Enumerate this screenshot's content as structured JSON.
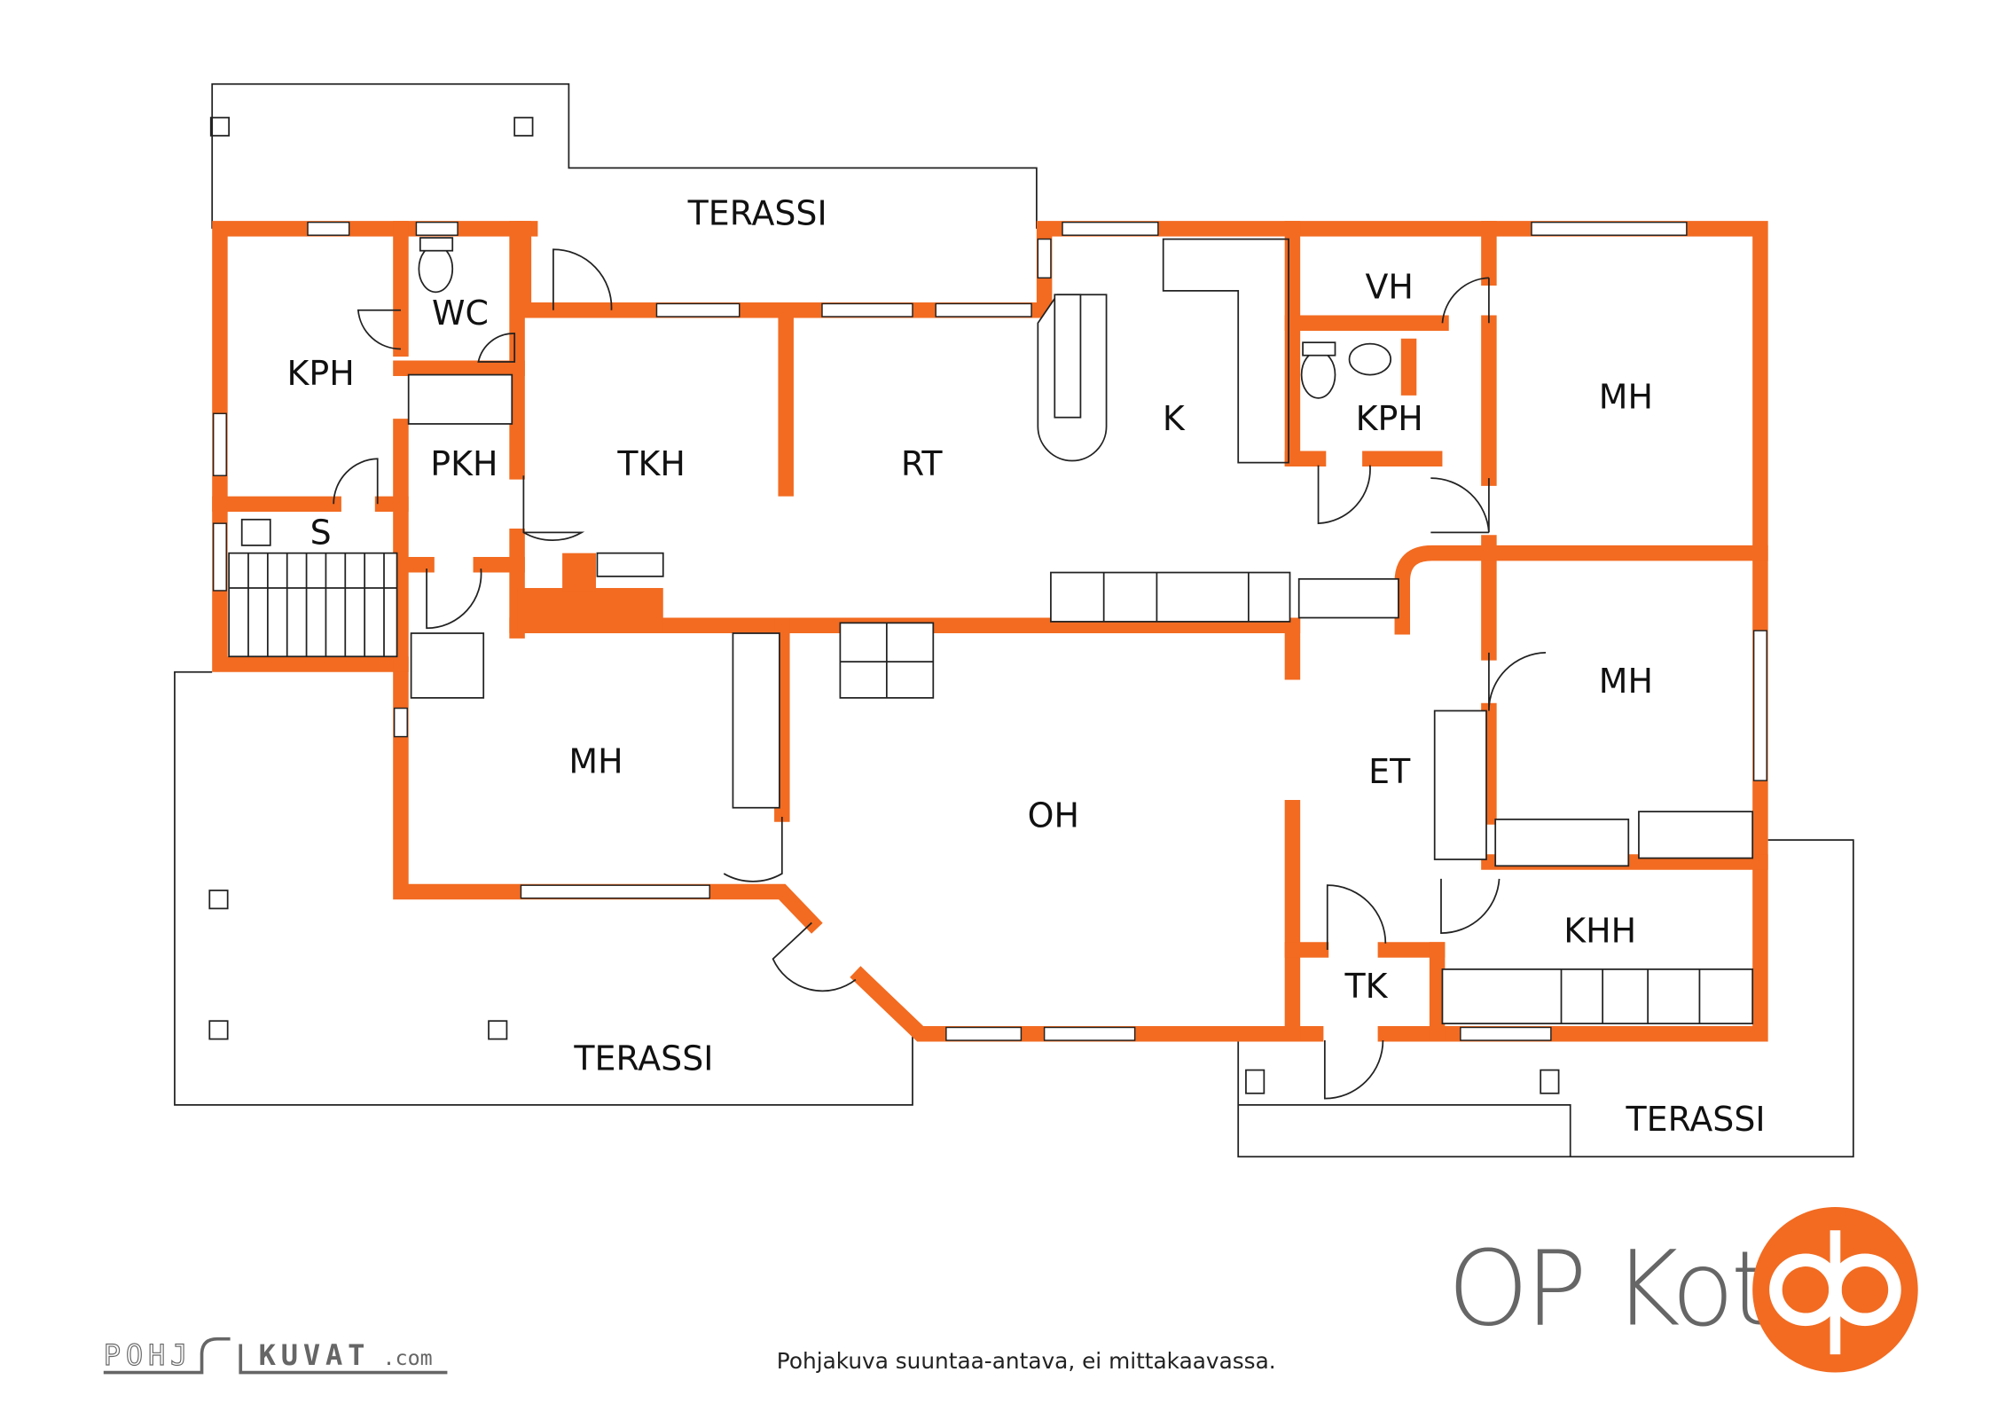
{
  "rooms": {
    "terassi_top": "TERASSI",
    "terassi_bottom_left": "TERASSI",
    "terassi_bottom_right": "TERASSI",
    "kph_left": "KPH",
    "wc": "WC",
    "pkh": "PKH",
    "s": "S",
    "tkh": "TKH",
    "rt": "RT",
    "k": "K",
    "vh": "VH",
    "kph_right": "KPH",
    "mh_top_right": "MH",
    "mh_mid_right": "MH",
    "mh_left": "MH",
    "oh": "OH",
    "et": "ET",
    "khh": "KHH",
    "tk": "TK"
  },
  "footer": {
    "disclaimer": "Pohjakuva suuntaa-antava, ei mittakaavassa.",
    "pohjakuvat_logo_left": "POHJ",
    "pohjakuvat_logo_right": "KUVAT",
    "pohjakuvat_logo_suffix": ".com",
    "brand": "OP Koti"
  },
  "colors": {
    "wall": "#f26b21",
    "brand_gray": "#666666"
  }
}
